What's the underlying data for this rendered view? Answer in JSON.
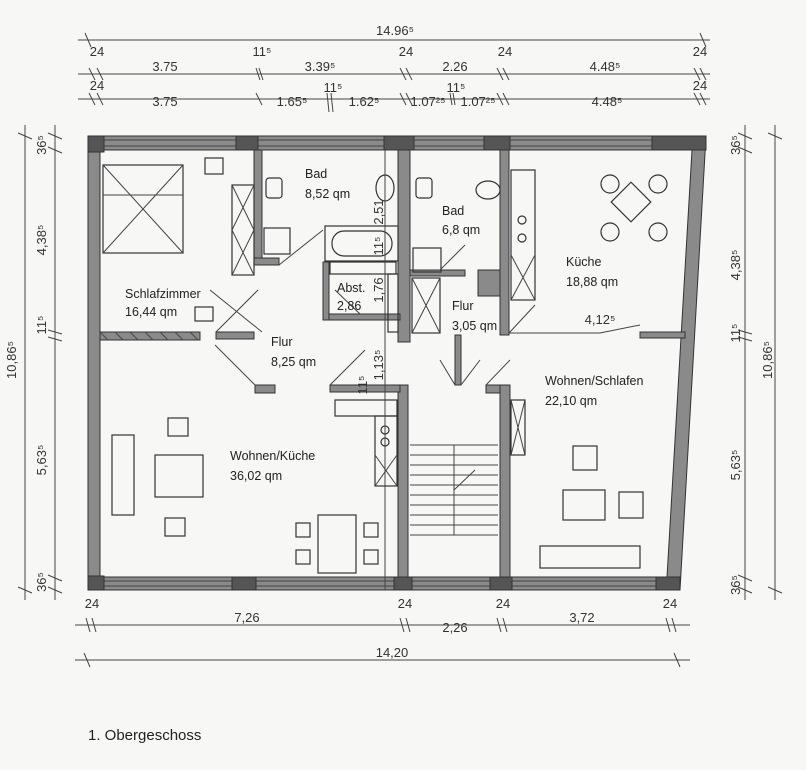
{
  "plan": {
    "caption": "1. Obergeschoss",
    "top_total": "14.96⁵",
    "top_row1": [
      "24",
      "3.75",
      "11⁵",
      "3.39⁵",
      "24",
      "2.26",
      "24",
      "4.48⁵",
      "24"
    ],
    "top_row2": [
      "24",
      "3.75",
      "1.65⁵",
      "11⁵",
      "1.62⁵",
      "1.07²⁵",
      "11⁵",
      "1.07²⁵",
      "4.48⁵",
      "24"
    ],
    "bottom_row": [
      "24",
      "7,26",
      "24",
      "2,26",
      "24",
      "3,72",
      "24"
    ],
    "bottom_total": "14,20",
    "left_dims": [
      "36⁵",
      "4,38⁵",
      "11⁵",
      "5,63⁵",
      "36⁵"
    ],
    "left_total": "10,86⁵",
    "right_dims": [
      "36⁵",
      "4,38⁵",
      "11⁵",
      "5,63⁵",
      "36⁵"
    ],
    "right_total": "10,86⁵",
    "inner_dims": [
      "2,51",
      "1,76",
      "1,13⁵",
      "11⁵",
      "11⁵",
      "4,12⁵"
    ],
    "rooms": [
      {
        "name": "Schlafzimmer",
        "area": "16,44 qm"
      },
      {
        "name": "Bad",
        "area": "8,52 qm"
      },
      {
        "name": "Abst.",
        "area": "2,86"
      },
      {
        "name": "Flur",
        "area": "8,25 qm"
      },
      {
        "name": "Bad",
        "area": "6,8 qm"
      },
      {
        "name": "Flur",
        "area": "3,05 qm"
      },
      {
        "name": "Küche",
        "area": "18,88 qm"
      },
      {
        "name": "Wohnen/Küche",
        "area": "36,02 qm"
      },
      {
        "name": "Wohnen/Schlafen",
        "area": "22,10 qm"
      }
    ]
  }
}
